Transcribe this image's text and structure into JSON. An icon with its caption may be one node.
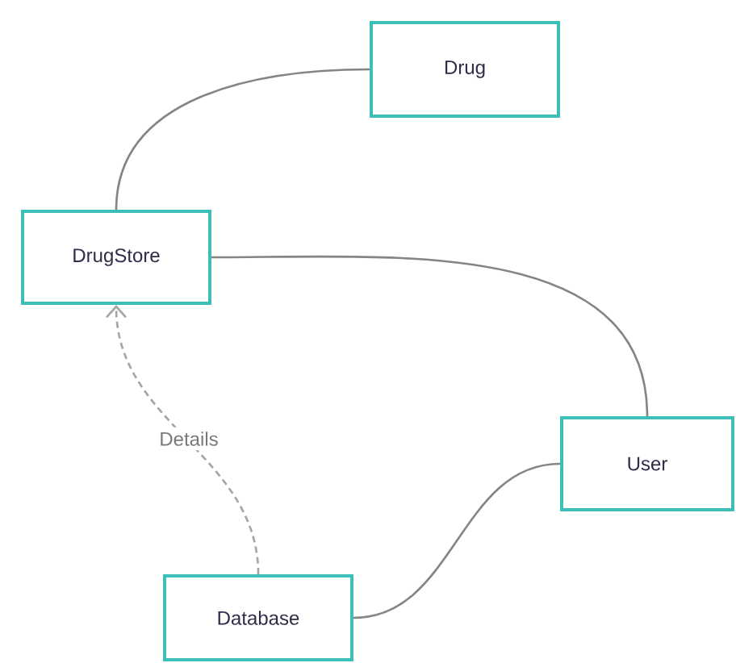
{
  "diagram": {
    "nodes": [
      {
        "text": [
          "Drug"
        ]
      },
      {
        "text": [
          "DrugStore"
        ]
      },
      {
        "text": [
          "User"
        ]
      },
      {
        "text": [
          "Database"
        ]
      }
    ],
    "edges": [
      {
        "from": 1,
        "to": 0,
        "arrow": "none"
      },
      {
        "from": 1,
        "to": 2,
        "arrow": "none"
      },
      {
        "from": 3,
        "to": 1,
        "arrow": "to",
        "label": "Details",
        "style": "dashed",
        "color": "#a6a6a6"
      },
      {
        "from": 3,
        "to": 2,
        "arrow": "none"
      }
    ]
  }
}
